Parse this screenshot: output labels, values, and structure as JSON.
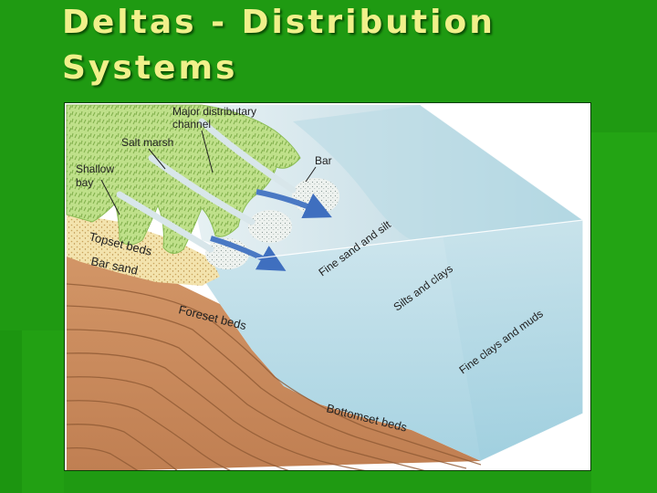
{
  "slide": {
    "title_line1": "Deltas - Distribution",
    "title_line2": "Systems"
  },
  "diagram": {
    "labels": {
      "major_channel_1": "Major distributary",
      "major_channel_2": "channel",
      "salt_marsh": "Salt marsh",
      "shallow_bay_1": "Shallow",
      "shallow_bay_2": "bay",
      "bar": "Bar",
      "topset_beds": "Topset beds",
      "bar_sand": "Bar sand",
      "foreset_beds": "Foreset beds",
      "bottomset_beds": "Bottomset beds",
      "fine_sand_silt": "Fine sand and silt",
      "silts_clays": "Silts and clays",
      "fine_clays_muds": "Fine clays and muds"
    }
  },
  "colors": {
    "background_green": "#1f9a12",
    "title_yellow": "#f0f08a",
    "water_blue": "#bfe0ea",
    "sediment_brown": "#c9895a",
    "marsh_green": "#b9dc80",
    "sand_yellow": "#f1dca0",
    "flow_arrow_blue": "#4a79c4"
  }
}
